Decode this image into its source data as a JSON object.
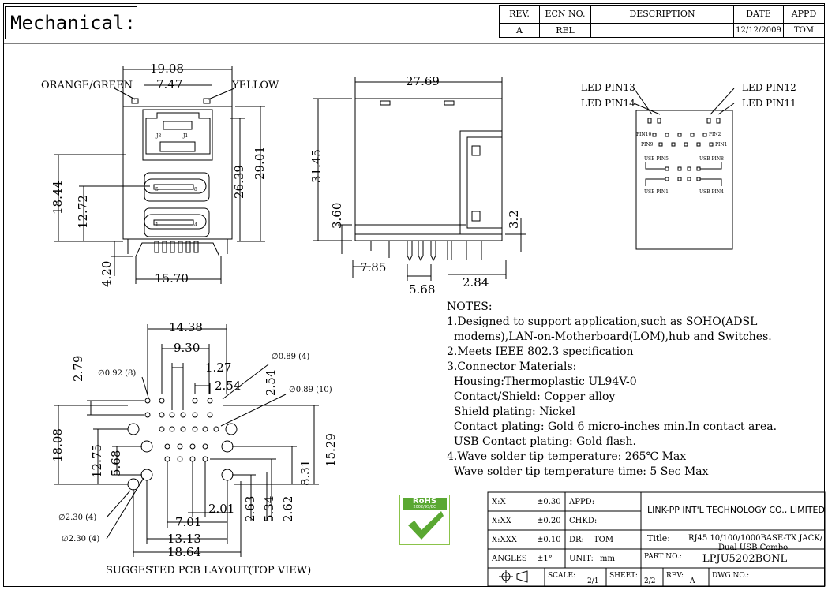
{
  "heading": "Mechanical:",
  "revision_block": {
    "headers": [
      "REV.",
      "ECN NO.",
      "DESCRIPTION",
      "DATE",
      "APPD"
    ],
    "row": [
      "A",
      "REL",
      "",
      "12/12/2009",
      "TOM"
    ]
  },
  "front_view": {
    "dims": [
      "19.08",
      "7.47",
      "26.39",
      "29.01",
      "18.44",
      "12.72",
      "4.20",
      "15.70"
    ],
    "labels": [
      "ORANGE/GREEN",
      "YELLOW",
      "J8",
      "J1",
      "5",
      "8",
      "1",
      "4"
    ]
  },
  "side_view": {
    "dims": [
      "27.69",
      "31.45",
      "3.60",
      "3.2",
      "7.85",
      "5.68",
      "2.84"
    ]
  },
  "bottom_view": {
    "labels": [
      "LED PIN13",
      "LED PIN14",
      "LED PIN12",
      "LED PIN11",
      "PIN10",
      "PIN2",
      "PIN9",
      "PIN1",
      "USB PIN5",
      "USB PIN8",
      "USB PIN1",
      "USB PIN4"
    ]
  },
  "pcb_layout": {
    "dims": [
      "14.38",
      "9.30",
      "1.27",
      "2.54",
      "2.54",
      "2.79",
      "18.08",
      "12.75",
      "5.68",
      "15.29",
      "8.31",
      "2.01",
      "2.63",
      "5.34",
      "2.62",
      "7.01",
      "13.13",
      "18.64"
    ],
    "holes": [
      "∅0.92 (8)",
      "∅0.89 (4)",
      "∅0.89 (10)",
      "∅2.30 (4)",
      "∅2.30 (4)"
    ],
    "caption": "SUGGESTED PCB LAYOUT(TOP VIEW)"
  },
  "notes": {
    "title": "NOTES:",
    "lines": [
      "1.Designed to support application,such as SOHO(ADSL",
      "  modems),LAN-on-Motherboard(LOM),hub and Switches.",
      "2.Meets IEEE 802.3 specification",
      "3.Connector Materials:",
      "  Housing:Thermoplastic UL94V-0",
      "  Contact/Shield: Copper alloy",
      "  Shield plating: Nickel",
      "  Contact plating: Gold 6 micro-inches min.In contact area.",
      "  USB Contact plating: Gold flash.",
      "4.Wave solder tip temperature: 265℃ Max",
      "  Wave solder tip temperature time: 5 Sec Max"
    ]
  },
  "rohs": {
    "label": "RoHS",
    "sub": "2002/95/EC"
  },
  "title_block": {
    "tol": [
      [
        "X:X",
        "±0.30"
      ],
      [
        "X:XX",
        "±0.20"
      ],
      [
        "X:XXX",
        "±0.10"
      ],
      [
        "ANGLES",
        "±1°"
      ]
    ],
    "appd": "APPD:",
    "chkd": "CHKD:",
    "dr_label": "DR:",
    "dr": "TOM",
    "unit_label": "UNIT:",
    "unit": "mm",
    "company": "LINK-PP INT'L TECHNOLOGY CO., LIMITED",
    "title_label": "Title:",
    "title_line1": "RJ45 10/100/1000BASE-TX JACK/",
    "title_line2": "Dual USB Combo",
    "part_label": "PART NO.:",
    "part": "LPJU5202BONL",
    "scale_label": "SCALE:",
    "scale": "2/1",
    "sheet_label": "SHEET:",
    "sheet": "2/2",
    "rev_label": "REV:",
    "rev": "A",
    "dwg_label": "DWG NO.:"
  },
  "colors": {
    "line": "#000000",
    "rohs_green": "#5aa832"
  }
}
